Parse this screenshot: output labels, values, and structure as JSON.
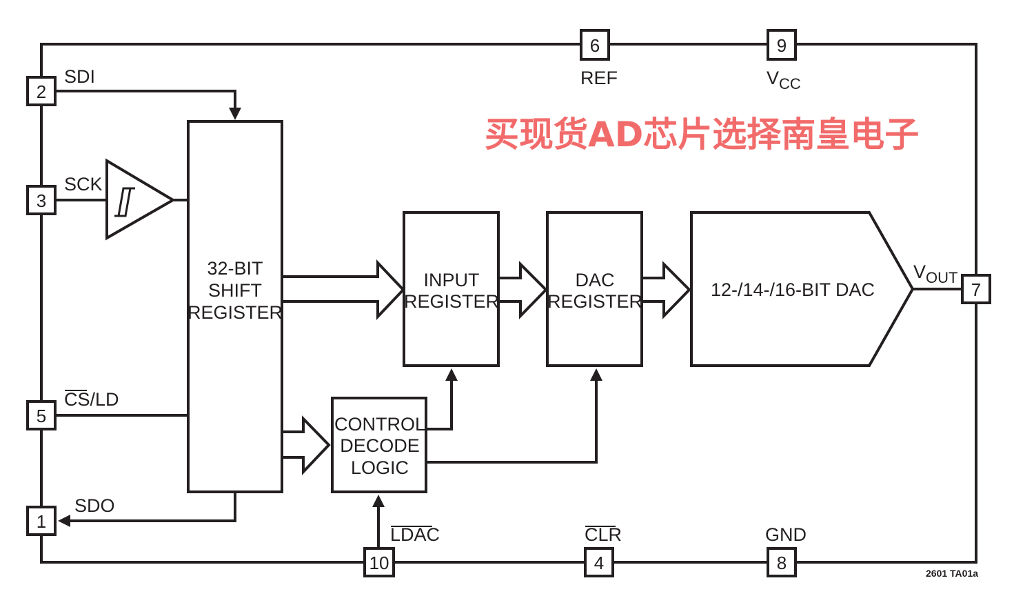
{
  "pins": [
    {
      "number": "2",
      "label": "SDI"
    },
    {
      "number": "3",
      "label": "SCK"
    },
    {
      "number": "5",
      "label": "CS/LD",
      "overbar_part": "CS",
      "rest": "/LD"
    },
    {
      "number": "1",
      "label": "SDO"
    },
    {
      "number": "6",
      "label": "REF"
    },
    {
      "number": "9",
      "label": "VCC",
      "main": "V",
      "sub": "CC"
    },
    {
      "number": "7",
      "label": "VOUT",
      "main": "V",
      "sub": "OUT"
    },
    {
      "number": "10",
      "label": "LDAC",
      "overbar": true
    },
    {
      "number": "4",
      "label": "CLR",
      "overbar": true
    },
    {
      "number": "8",
      "label": "GND"
    }
  ],
  "blocks": {
    "shift_register": [
      "32-BIT",
      "SHIFT",
      "REGISTER"
    ],
    "input_register": [
      "INPUT",
      "REGISTER"
    ],
    "dac_register": [
      "DAC",
      "REGISTER"
    ],
    "dac": "12-/14-/16-BIT DAC",
    "control_logic": [
      "CONTROL",
      "DECODE",
      "LOGIC"
    ]
  },
  "watermark": {
    "text": "买现货AD芯片选择南皇电子",
    "color": "#f26b6b"
  },
  "figure_id": "2601 TA01a"
}
